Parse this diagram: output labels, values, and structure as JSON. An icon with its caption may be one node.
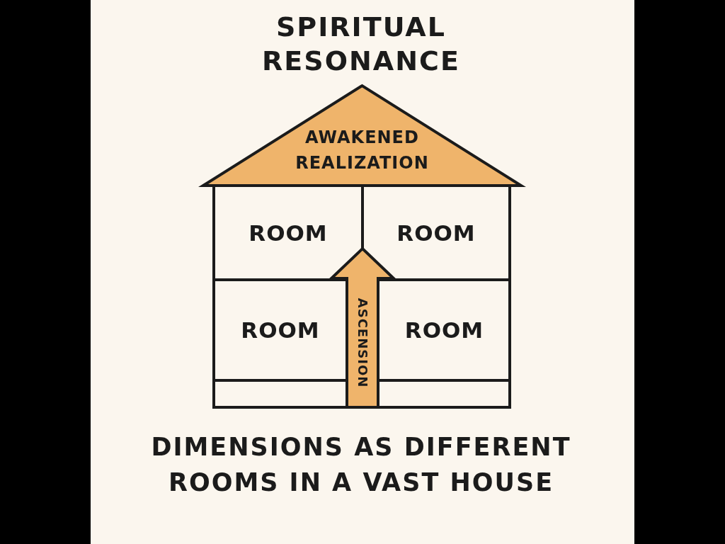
{
  "diagram": {
    "title": "SPIRITUAL RESONANCE",
    "caption": "DIMENSIONS AS DIFFERENT ROOMS IN A VAST HOUSE",
    "nodes": [
      {
        "text": [
          "AWAKENED REALIZATION"
        ]
      },
      {
        "text": [
          "ROOM"
        ]
      },
      {
        "text": [
          "ROOM"
        ]
      },
      {
        "text": [
          "ROOM"
        ]
      },
      {
        "text": [
          "ROOM"
        ]
      },
      {
        "text": [
          "ASCENSION"
        ]
      }
    ]
  }
}
